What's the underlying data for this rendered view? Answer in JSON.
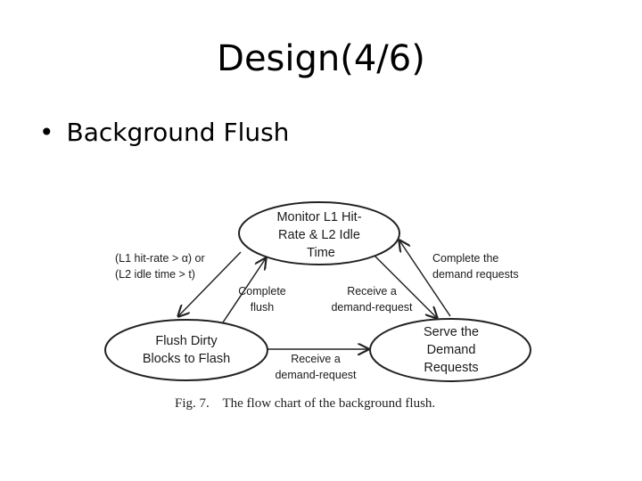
{
  "slide": {
    "title": "Design(4/6)",
    "bullet": "Background Flush"
  },
  "diagram": {
    "nodes": {
      "monitor": [
        "Monitor L1 Hit-",
        "Rate & L2 Idle",
        "Time"
      ],
      "flush": [
        "Flush Dirty",
        "Blocks to Flash"
      ],
      "serve": [
        "Serve the",
        "Demand",
        "Requests"
      ]
    },
    "edges": {
      "condition": [
        "(L1 hit-rate > α) or",
        "(L2 idle time > t)"
      ],
      "complete_flush": [
        "Complete",
        "flush"
      ],
      "receive_from_monitor": [
        "Receive a",
        "demand-request"
      ],
      "complete_demand": [
        "Complete the",
        "demand requests"
      ],
      "receive_from_flush": [
        "Receive a",
        "demand-request"
      ]
    },
    "caption": "Fig. 7.    The flow chart of the background flush."
  }
}
